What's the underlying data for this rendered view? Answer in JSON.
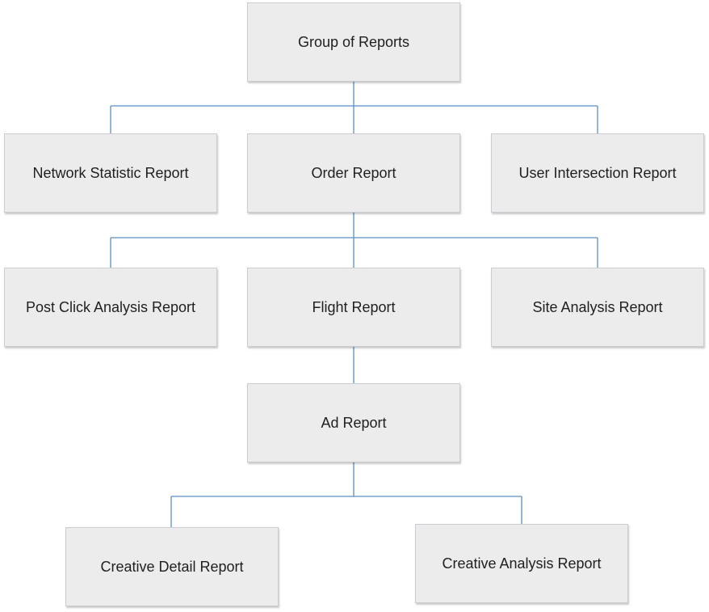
{
  "diagram": {
    "connector_color": "#5b8fc7",
    "node_fill": "#ececec",
    "nodes": {
      "root": "Group of Reports",
      "network": "Network Statistic Report",
      "order": "Order Report",
      "user": "User Intersection Report",
      "post": "Post Click Analysis Report",
      "flight": "Flight Report",
      "site": "Site Analysis Report",
      "ad": "Ad Report",
      "creative_detail": "Creative Detail Report",
      "creative_analysis": "Creative Analysis Report"
    },
    "edges": [
      [
        "root",
        "network"
      ],
      [
        "root",
        "order"
      ],
      [
        "root",
        "user"
      ],
      [
        "order",
        "post"
      ],
      [
        "order",
        "flight"
      ],
      [
        "order",
        "site"
      ],
      [
        "flight",
        "ad"
      ],
      [
        "ad",
        "creative_detail"
      ],
      [
        "ad",
        "creative_analysis"
      ]
    ]
  }
}
